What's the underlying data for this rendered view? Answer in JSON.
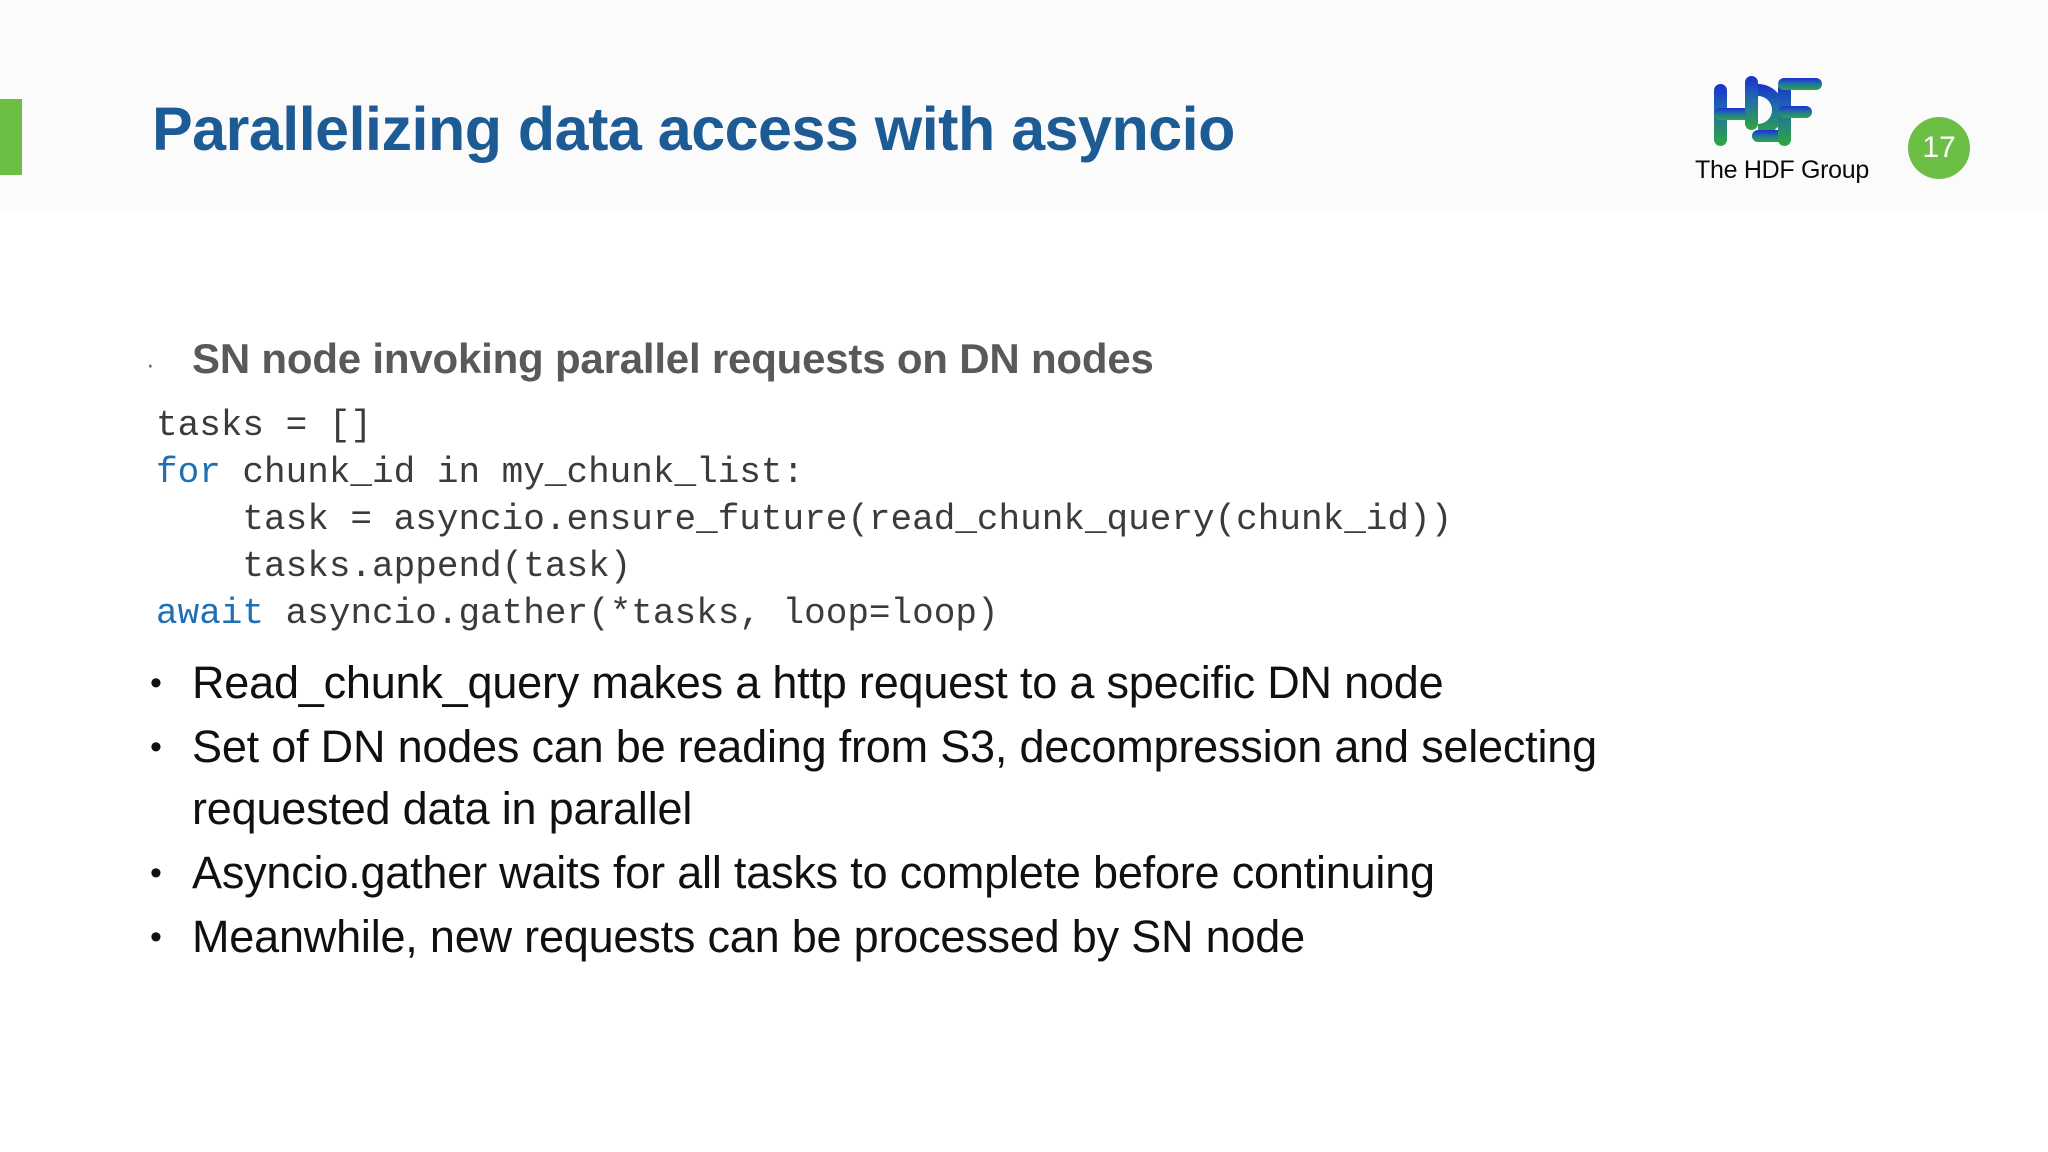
{
  "slide": {
    "title": "Parallelizing data access with asyncio",
    "page_number": "17",
    "accent_color": "#6cbe45",
    "title_color": "#1d5b95",
    "background_color": "#ffffff"
  },
  "logo": {
    "mark_name": "hdf-logo-mark",
    "wordmark": "The HDF Group",
    "gradient_top_color": "#1b2fd0",
    "gradient_bottom_color": "#2fa83c"
  },
  "lead": {
    "bullet_glyph": "·",
    "text": "SN node invoking parallel requests on DN nodes"
  },
  "code": {
    "language": "python",
    "keyword_color": "#1f6fb5",
    "text_color": "#3b3b3b",
    "lines": [
      {
        "indent": "",
        "keyword": "",
        "rest": "tasks = []"
      },
      {
        "indent": "",
        "keyword": "for",
        "rest": " chunk_id in my_chunk_list:"
      },
      {
        "indent": "    ",
        "keyword": "",
        "rest": "task = asyncio.ensure_future(read_chunk_query(chunk_id))"
      },
      {
        "indent": "    ",
        "keyword": "",
        "rest": "tasks.append(task)"
      },
      {
        "indent": "",
        "keyword": "await",
        "rest": " asyncio.gather(*tasks, loop=loop)"
      }
    ],
    "line_0": "tasks = []",
    "line_1_kw": "for",
    "line_1_rest": " chunk_id in my_chunk_list:",
    "line_2": "    task = asyncio.ensure_future(read_chunk_query(chunk_id))",
    "line_3": "    tasks.append(task)",
    "line_4_kw": "await",
    "line_4_rest": " asyncio.gather(*tasks, loop=loop)"
  },
  "bullets": {
    "glyph": "•",
    "items": [
      {
        "text": "Read_chunk_query makes a http request to a specific DN node"
      },
      {
        "text": "Set of DN nodes can be reading from S3, decompression and selecting requested data in parallel"
      },
      {
        "text": "Asyncio.gather waits for all tasks to complete before continuing"
      },
      {
        "text": "Meanwhile, new requests can be processed by SN node"
      }
    ]
  }
}
